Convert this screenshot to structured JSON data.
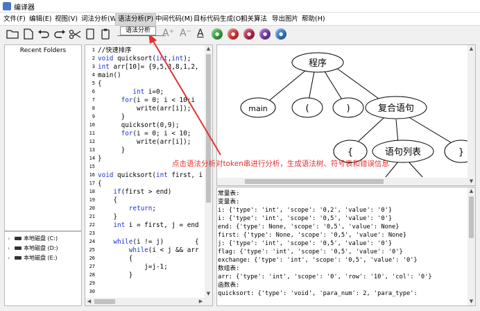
{
  "window": {
    "title": "编译器"
  },
  "menu": [
    {
      "label": "文件(F)"
    },
    {
      "label": "编辑(E)"
    },
    {
      "label": "视图(V)"
    },
    {
      "label": "词法分析(W)"
    },
    {
      "label": "语法分析(P)"
    },
    {
      "label": "中间代码(M)"
    },
    {
      "label": "目标代码生成(O)"
    },
    {
      "label": "相关算法"
    },
    {
      "label": "导出图片"
    },
    {
      "label": "帮助(H)"
    }
  ],
  "active_menu": "语法分析(P)",
  "toolbar": {
    "tooltip": "语法分析",
    "text_tools": [
      "A⁺",
      "A⁻",
      "A"
    ],
    "color_buttons": [
      {
        "name": "green",
        "color": "#3aa640"
      },
      {
        "name": "red",
        "color": "#d23a3a"
      },
      {
        "name": "crimson",
        "color": "#b82850"
      },
      {
        "name": "purple",
        "color": "#7a3aa8"
      },
      {
        "name": "blue",
        "color": "#3a78c8"
      }
    ]
  },
  "folders": {
    "header": "Recent Folders"
  },
  "drives": [
    {
      "label": "本地磁盘 (C:)"
    },
    {
      "label": "本地磁盘 (D:)"
    },
    {
      "label": "本地磁盘 (E:)"
    }
  ],
  "editor": {
    "line_numbers": [
      "1",
      "2",
      "3",
      "4",
      "5",
      "6",
      "7",
      "8",
      "9",
      "10",
      "11",
      "12",
      "13",
      "14",
      "15",
      "16",
      "17",
      "18",
      "19",
      "20",
      "21",
      "22",
      "23",
      "24",
      "25",
      "26",
      "27",
      "28",
      "29",
      "30"
    ],
    "lines": [
      "//快速排序",
      "void quicksort(int,int);",
      "int arr[10]= {9,5,3,8,1,2,",
      "main()",
      "{",
      "         int i=0;",
      "      for(i = 0; i < 10;i",
      "          write(arr[i]);",
      "      }",
      "      quicksort(0,9);",
      "      for(i = 0; i < 10;",
      "          write(arr[i]);",
      "      }",
      "}",
      "",
      "void quicksort(int first, i",
      "{",
      "    if(first > end)",
      "    {",
      "        return;",
      "    }",
      "    int i = first, j = end",
      "",
      "    while(i != j)        {",
      "        while(i < j && arr",
      "        {",
      "            j=j-1;",
      "        }",
      "",
      ""
    ]
  },
  "tree": {
    "nodes": [
      "程序",
      "main",
      "(",
      ")",
      "复合语句",
      "{",
      "语句列表",
      "}"
    ]
  },
  "output": {
    "lines": [
      "常量表:",
      "变量表:",
      "i: {'type': 'int', 'scope': '0,2', 'value': '0'}",
      "i: {'type': 'int', 'scope': '0,5', 'value': '0'}",
      "end: {'type': None, 'scope': '0,5', 'value': None}",
      "first: {'type': None, 'scope': '0,5', 'value': None}",
      "j: {'type': 'int', 'scope': '0,5', 'value': '0'}",
      "flag: {'type': 'int', 'scope': '0,5', 'value': '0'}",
      "exchange: {'type': 'int', 'scope': '0,5', 'value': '0'}",
      "数组表:",
      "arr: {'type': 'int', 'scope': '0', 'row': '10', 'col': '0'}",
      "函数表:",
      "quicksort: {'type': 'void', 'para_num': 2, 'para_type':"
    ]
  },
  "annotation": {
    "text": "点击语法分析对token串进行分析，生成语法树、符号表和错误信息",
    "color": "#e53030"
  }
}
